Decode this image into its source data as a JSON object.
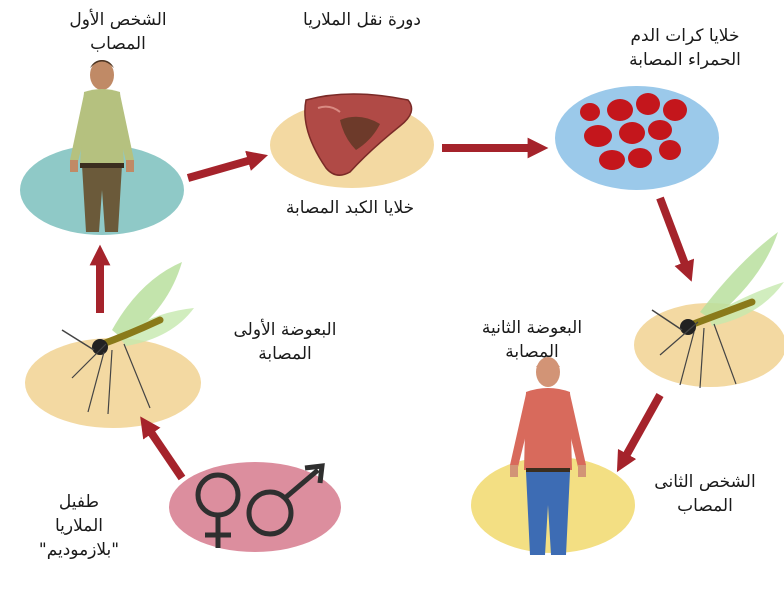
{
  "title": "دورة نقل الملاريا",
  "stages": [
    {
      "id": "first-infected-person",
      "lines": [
        "الشخص الأول",
        "المصاب"
      ]
    },
    {
      "id": "infected-liver-cells",
      "lines": [
        "خلايا الكبد المصابة"
      ]
    },
    {
      "id": "infected-red-blood-cells",
      "lines": [
        "خلايا كرات الدم",
        "الحمراء المصابة"
      ]
    },
    {
      "id": "second-infected-mosquito",
      "lines": [
        "البعوضة الثانية",
        "المصابة"
      ]
    },
    {
      "id": "second-infected-person",
      "lines": [
        "الشخص الثانى",
        "المصاب"
      ]
    },
    {
      "id": "parasite",
      "lines": [
        "طفيل",
        "الملاريا",
        "\"بلازموديم\""
      ]
    },
    {
      "id": "first-infected-mosquito",
      "lines": [
        "البعوضة الأولى",
        "المصابة"
      ]
    }
  ],
  "colors": {
    "arrow": "#a5232b",
    "teal_ellipse": "#8fc9c7",
    "tan_ellipse": "#f3d9a2",
    "blue_ellipse": "#9bc9ea",
    "yellow_ellipse": "#f3df83",
    "pink_ellipse": "#dc8e9e",
    "blood_cell": "#c4161c",
    "liver": "#b04a46"
  },
  "icons": [
    "male-symbol-icon",
    "female-symbol-icon",
    "mosquito-icon",
    "person-icon",
    "liver-icon",
    "red-blood-cells-icon"
  ]
}
